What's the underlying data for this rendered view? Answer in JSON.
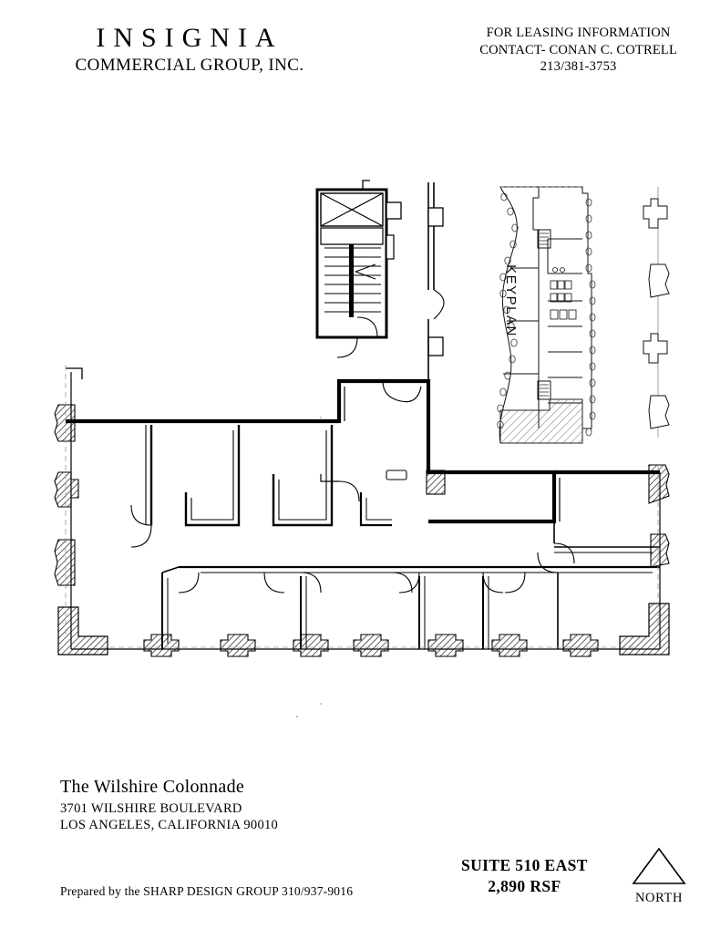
{
  "document": {
    "type": "architectural-floor-plan",
    "orientation": "portrait"
  },
  "header": {
    "brand_name": "INSIGNIA",
    "brand_subtitle": "COMMERCIAL GROUP, INC.",
    "leasing": {
      "line1": "FOR LEASING INFORMATION",
      "line2": "CONTACT- CONAN C. COTRELL",
      "line3": "213/381-3753"
    }
  },
  "property": {
    "name": "The Wilshire Colonnade",
    "address_line1": "3701 WILSHIRE BOULEVARD",
    "address_line2": "LOS ANGELES, CALIFORNIA 90010"
  },
  "suite": {
    "label": "SUITE 510 EAST",
    "area": "2,890 RSF"
  },
  "north_arrow": {
    "label": "NORTH"
  },
  "credit": {
    "text": "Prepared by the SHARP DESIGN GROUP  310/937-9016"
  },
  "keyplan": {
    "label": "KEYPLAN",
    "label_orientation": "rotated-90",
    "highlight_description": "hatched suite location at lower portion of building footprint"
  },
  "floorplan": {
    "description": "Suite 510 East floor plan with perimeter offices, central corridor, stair and elevator core",
    "features": [
      "stair-core",
      "elevator-shaft",
      "demising-walls",
      "perimeter-columns",
      "interior-partitions",
      "door-swings",
      "corridor"
    ]
  },
  "colors": {
    "ink": "#000000",
    "paper": "#ffffff",
    "hatch": "#1a1a1a"
  }
}
